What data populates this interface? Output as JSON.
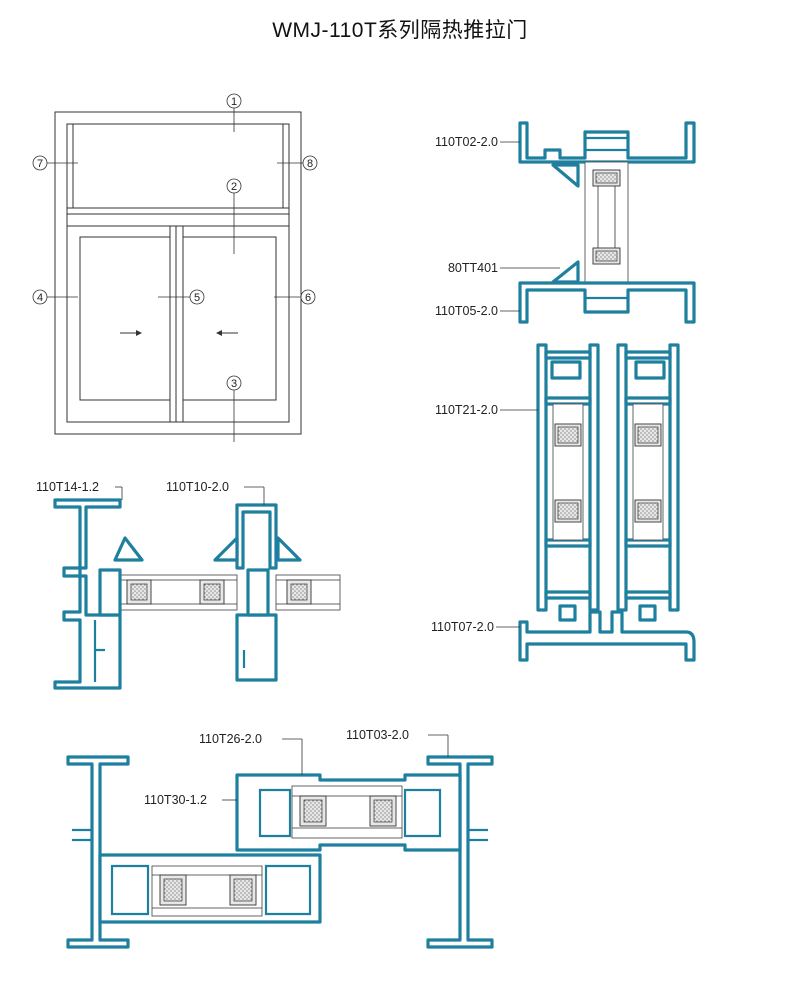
{
  "title": "WMJ-110T系列隔热推拉门",
  "colors": {
    "profile": "#1f7f9e",
    "line": "#333333",
    "background": "#ffffff"
  },
  "elevation": {
    "markers": [
      "1",
      "2",
      "3",
      "4",
      "5",
      "6",
      "7",
      "8"
    ]
  },
  "labels": {
    "t02": "110T02-2.0",
    "tt401": "80TT401",
    "t05": "110T05-2.0",
    "t21": "110T21-2.0",
    "t07": "110T07-2.0",
    "t14": "110T14-1.2",
    "t10": "110T10-2.0",
    "t26": "110T26-2.0",
    "t03": "110T03-2.0",
    "t30": "110T30-1.2"
  }
}
